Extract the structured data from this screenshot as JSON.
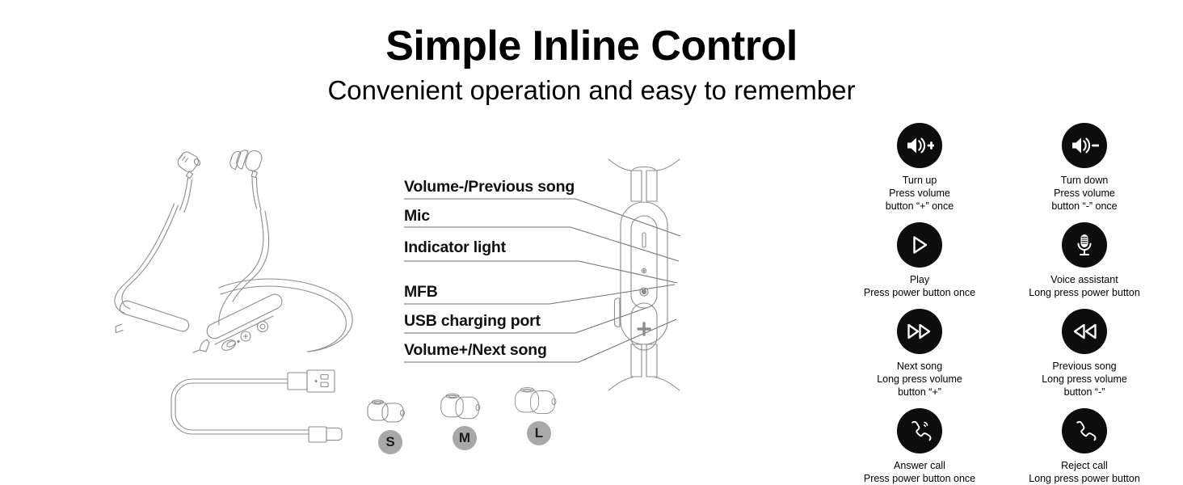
{
  "heading": {
    "title": "Simple Inline Control",
    "subtitle": "Convenient operation and easy to remember"
  },
  "product_art": {
    "neckband_name": "neckband-earphone-illustration",
    "cable_name": "usb-charging-cable-illustration",
    "control_module_name": "inline-control-module-illustration"
  },
  "eartips": {
    "items": [
      {
        "size": "S",
        "art_name": "ear-tip-pair-small"
      },
      {
        "size": "M",
        "art_name": "ear-tip-pair-medium"
      },
      {
        "size": "L",
        "art_name": "ear-tip-pair-large"
      }
    ],
    "badge_color": "#a8a8a8"
  },
  "callouts": {
    "labels": [
      "Volume-/Previous song",
      "Mic",
      "Indicator light",
      "MFB",
      "USB charging port",
      "Volume+/Next song"
    ]
  },
  "functions": {
    "circle_color": "#0d0d0d",
    "items": [
      {
        "icon": "volume-up-icon",
        "title": "Turn up",
        "desc": "Press volume\nbutton “+” once"
      },
      {
        "icon": "volume-down-icon",
        "title": "Turn down",
        "desc": "Press volume\nbutton “-” once"
      },
      {
        "icon": "play-icon",
        "title": "Play",
        "desc": "Press power button once"
      },
      {
        "icon": "microphone-icon",
        "title": "Voice assistant",
        "desc": "Long press power button"
      },
      {
        "icon": "next-track-icon",
        "title": "Next song",
        "desc": "Long press volume\nbutton “+”"
      },
      {
        "icon": "previous-track-icon",
        "title": "Previous song",
        "desc": "Long press volume\nbutton “-”"
      },
      {
        "icon": "answer-call-icon",
        "title": "Answer call",
        "desc": "Press power button once"
      },
      {
        "icon": "reject-call-icon",
        "title": "Reject call",
        "desc": "Long press power button"
      }
    ]
  }
}
